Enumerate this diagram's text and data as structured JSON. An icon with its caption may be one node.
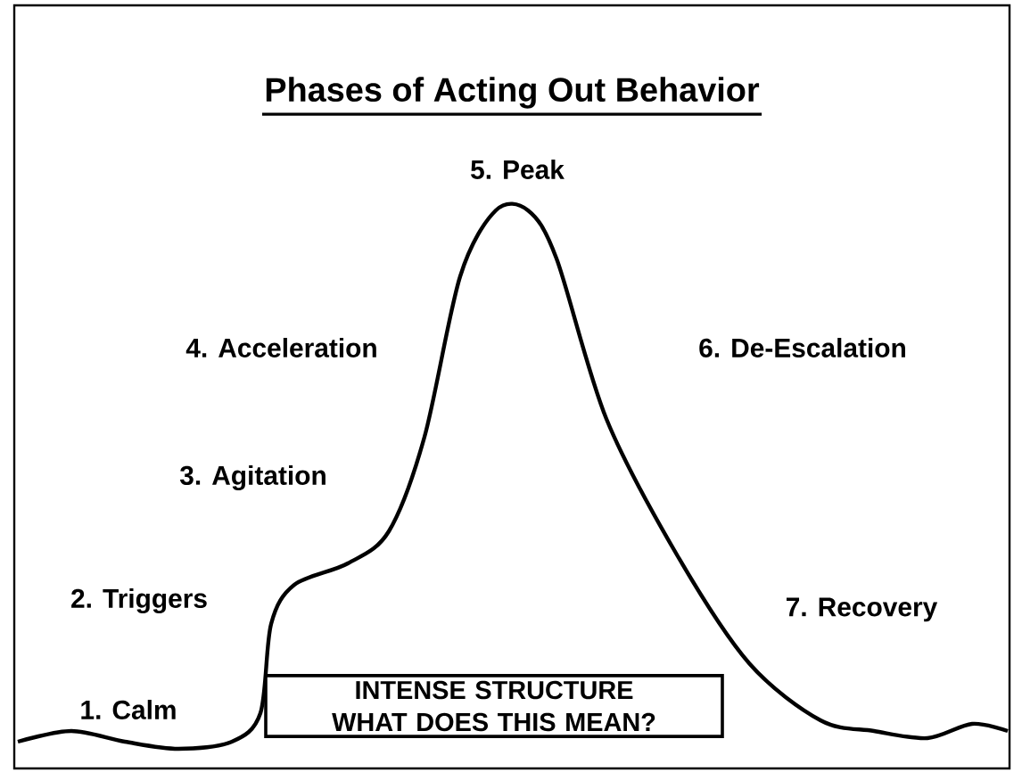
{
  "diagram": {
    "title": "Phases of Acting Out Behavior",
    "nodes": [
      {
        "text": [
          "INTENSE STRUCTURE WHAT DOES THIS MEAN?"
        ]
      }
    ],
    "labels": [
      "5. Peak",
      "4. Acceleration",
      "6. De-Escalation",
      "3. Agitation",
      "2. Triggers",
      "7. Recovery",
      "1. Calm"
    ]
  }
}
